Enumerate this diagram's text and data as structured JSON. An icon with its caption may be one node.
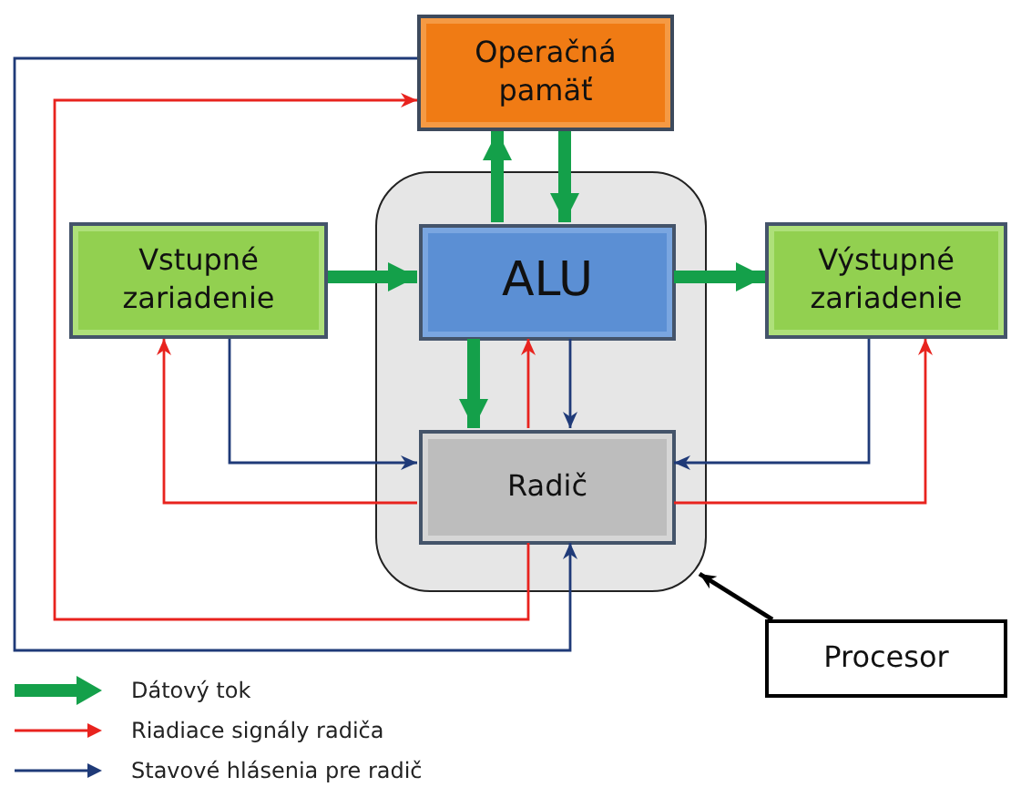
{
  "diagram": {
    "nodes": [
      {
        "text": [
          "Operačná pamäť"
        ]
      },
      {
        "text": [],
        "shape": "box"
      },
      {
        "text": [
          "Vstupné zariadenie"
        ]
      },
      {
        "text": [
          "ALU"
        ],
        "in": 1
      },
      {
        "text": [
          "Výstupné zariadenie"
        ]
      },
      {
        "text": [
          "Radič"
        ],
        "in": 1
      },
      {
        "text": [
          "Procesor"
        ]
      }
    ],
    "edges": [
      {
        "from": 3,
        "to": 0,
        "arrow": "to",
        "style": "thick"
      },
      {
        "from": 0,
        "to": 3,
        "arrow": "to",
        "style": "thick"
      },
      {
        "from": 2,
        "to": 3,
        "arrow": "to",
        "style": "thick"
      },
      {
        "from": 3,
        "to": 4,
        "arrow": "to",
        "style": "thick"
      },
      {
        "from": 3,
        "to": 5,
        "arrow": "to",
        "style": "thick"
      },
      {
        "from": 5,
        "to": 3,
        "arrow": "to",
        "color": "#e8231e"
      },
      {
        "from": 5,
        "to": 2,
        "arrow": "to",
        "color": "#e8231e"
      },
      {
        "from": 5,
        "to": 4,
        "arrow": "to",
        "color": "#e8231e"
      },
      {
        "from": 5,
        "to": 0,
        "arrow": "to",
        "color": "#e8231e"
      },
      {
        "from": 3,
        "to": 5,
        "arrow": "to",
        "color": "#1f3a78"
      },
      {
        "from": 2,
        "to": 5,
        "arrow": "to",
        "color": "#1f3a78"
      },
      {
        "from": 4,
        "to": 5,
        "arrow": "to",
        "color": "#1f3a78"
      },
      {
        "from": 0,
        "to": 5,
        "arrow": "to",
        "color": "#1f3a78"
      },
      {
        "from": 6,
        "to": 1,
        "arrow": "to",
        "color": "#000000"
      }
    ],
    "legend": [
      {
        "text": "Dátový tok"
      },
      {
        "text": "Riadiace signály radiča"
      },
      {
        "text": "Stavové hlásenia pre radič"
      }
    ]
  }
}
